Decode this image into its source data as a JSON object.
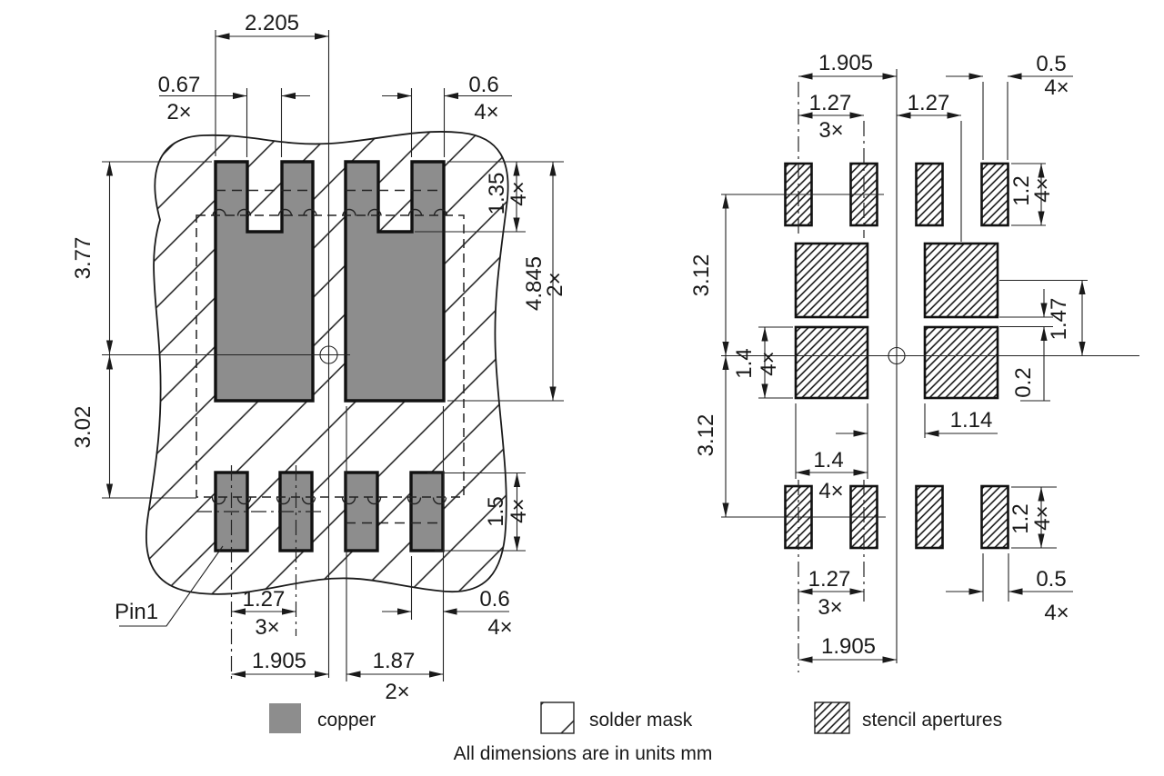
{
  "left_view": {
    "w_total": "2.205",
    "notch_w": "0.67",
    "notch_w_qty": "2×",
    "prong_w": "0.6",
    "prong_w_qty": "4×",
    "notch_d": "1.35",
    "notch_d_qty": "4×",
    "pad_h": "4.845",
    "pad_h_qty": "2×",
    "upper": "3.77",
    "lower": "3.02",
    "small_h": "1.5",
    "small_h_qty": "4×",
    "pitch": "1.27",
    "pitch_qty": "3×",
    "small_w": "0.6",
    "small_w_qty": "4×",
    "pin1_off": "1.905",
    "big_w": "1.87",
    "big_w_qty": "2×",
    "pin1": "Pin1"
  },
  "right_view": {
    "top_off": "1.905",
    "top_pitch": "1.27",
    "top_pitch_qty": "3×",
    "col_off": "1.27",
    "top_w": "0.5",
    "top_w_qty": "4×",
    "top_h": "1.2",
    "top_h_qty": "4×",
    "span_u": "3.12",
    "span_l": "3.12",
    "sq_c": "1.47",
    "sq_gap": "0.2",
    "sq_h": "1.4",
    "sq_h_qty": "4×",
    "col_gap": "1.14",
    "sq_w": "1.4",
    "sq_w_qty": "4×",
    "bot_h": "1.2",
    "bot_h_qty": "4×",
    "bot_pitch": "1.27",
    "bot_pitch_qty": "3×",
    "bot_w": "0.5",
    "bot_w_qty": "4×",
    "bot_off": "1.905"
  },
  "legend": {
    "copper": "copper",
    "solder_mask": "solder mask",
    "stencil": "stencil apertures",
    "note": "All dimensions are in units mm"
  },
  "colors": {
    "copper": "#8d8d8d"
  }
}
